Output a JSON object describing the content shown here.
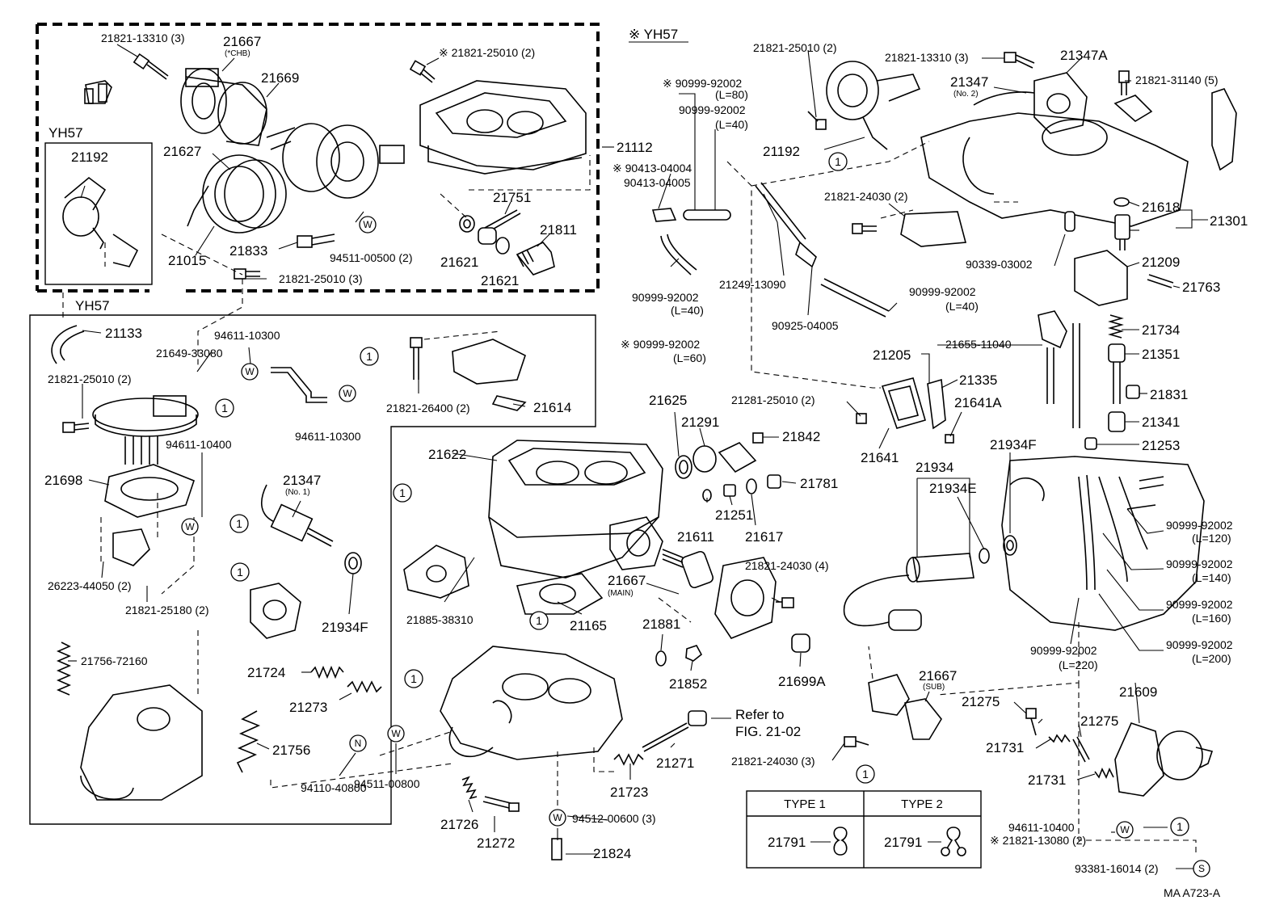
{
  "header": {
    "variant_note": "※ YH57"
  },
  "insets": {
    "yh57_a": "YH57",
    "yh57_b": "YH57"
  },
  "refer": {
    "line1": "Refer to",
    "line2": "FIG. 21-02"
  },
  "footer": {
    "code": "MA  A723-A"
  },
  "types_table": {
    "col1": "TYPE 1",
    "col2": "TYPE 2",
    "cell1": "21791",
    "cell2": "21791"
  },
  "symbols": {
    "w": "W",
    "n": "N",
    "s": "S",
    "one": "1"
  },
  "labels": [
    {
      "id": "l1",
      "text": "21821-13310 (3)"
    },
    {
      "id": "l2",
      "text": "21667"
    },
    {
      "id": "l2b",
      "text": "(*CHB)"
    },
    {
      "id": "l3",
      "text": "21669"
    },
    {
      "id": "l4",
      "text": "※ 21821-25010 (2)"
    },
    {
      "id": "l5",
      "text": "21192"
    },
    {
      "id": "l6",
      "text": "21627"
    },
    {
      "id": "l7",
      "text": "21112"
    },
    {
      "id": "l8",
      "text": "21751"
    },
    {
      "id": "l9",
      "text": "21811"
    },
    {
      "id": "l10",
      "text": "21015"
    },
    {
      "id": "l11",
      "text": "21833"
    },
    {
      "id": "l12",
      "text": "94511-00500 (2)"
    },
    {
      "id": "l13",
      "text": "21621"
    },
    {
      "id": "l14",
      "text": "21621"
    },
    {
      "id": "l15",
      "text": "21821-25010 (3)"
    },
    {
      "id": "l16",
      "text": "21133"
    },
    {
      "id": "l17",
      "text": "94611-10300"
    },
    {
      "id": "l18",
      "text": "21649-33080"
    },
    {
      "id": "l19",
      "text": "21821-25010 (2)"
    },
    {
      "id": "l20",
      "text": "94611-10300"
    },
    {
      "id": "l21",
      "text": "21821-26400 (2)"
    },
    {
      "id": "l22",
      "text": "21614"
    },
    {
      "id": "l23",
      "text": "94611-10400"
    },
    {
      "id": "l24",
      "text": "21698"
    },
    {
      "id": "l25",
      "text": "21347"
    },
    {
      "id": "l25b",
      "text": "(No. 1)"
    },
    {
      "id": "l26",
      "text": "26223-44050 (2)"
    },
    {
      "id": "l27",
      "text": "21821-25180 (2)"
    },
    {
      "id": "l28",
      "text": "21934F"
    },
    {
      "id": "l29",
      "text": "21756-72160"
    },
    {
      "id": "l30",
      "text": "21622"
    },
    {
      "id": "l31",
      "text": "21625"
    },
    {
      "id": "l32",
      "text": "21291"
    },
    {
      "id": "l33",
      "text": "21842"
    },
    {
      "id": "l34",
      "text": "21781"
    },
    {
      "id": "l35",
      "text": "21251"
    },
    {
      "id": "l36",
      "text": "21611"
    },
    {
      "id": "l37",
      "text": "21617"
    },
    {
      "id": "l38",
      "text": "21667"
    },
    {
      "id": "l38b",
      "text": "(MAIN)"
    },
    {
      "id": "l39",
      "text": "21885-38310"
    },
    {
      "id": "l40",
      "text": "21165"
    },
    {
      "id": "l41",
      "text": "21821-24030 (4)"
    },
    {
      "id": "l42",
      "text": "21881"
    },
    {
      "id": "l43",
      "text": "21852"
    },
    {
      "id": "l44",
      "text": "21699A"
    },
    {
      "id": "l45",
      "text": "21724"
    },
    {
      "id": "l46",
      "text": "21273"
    },
    {
      "id": "l47",
      "text": "21756"
    },
    {
      "id": "l48",
      "text": "94511-00800"
    },
    {
      "id": "l49",
      "text": "94110-40800"
    },
    {
      "id": "l50",
      "text": "21726"
    },
    {
      "id": "l51",
      "text": "21272"
    },
    {
      "id": "l52",
      "text": "94512-00600 (3)"
    },
    {
      "id": "l53",
      "text": "21824"
    },
    {
      "id": "l54",
      "text": "21271"
    },
    {
      "id": "l55",
      "text": "21723"
    },
    {
      "id": "l56",
      "text": "※ 90999-92002"
    },
    {
      "id": "l56b",
      "text": "(L=80)"
    },
    {
      "id": "l57",
      "text": "90999-92002"
    },
    {
      "id": "l57b",
      "text": "(L=40)"
    },
    {
      "id": "l58",
      "text": "※ 90413-04004"
    },
    {
      "id": "l59",
      "text": "90413-04005"
    },
    {
      "id": "l60",
      "text": "90999-92002"
    },
    {
      "id": "l60b",
      "text": "(L=40)"
    },
    {
      "id": "l61",
      "text": "※ 90999-92002"
    },
    {
      "id": "l61b",
      "text": "(L=60)"
    },
    {
      "id": "l62",
      "text": "21249-13090"
    },
    {
      "id": "l63",
      "text": "90925-04005"
    },
    {
      "id": "l64",
      "text": "90999-92002"
    },
    {
      "id": "l64b",
      "text": "(L=40)"
    },
    {
      "id": "l65",
      "text": "21821-25010 (2)"
    },
    {
      "id": "l66",
      "text": "21192"
    },
    {
      "id": "l67",
      "text": "21821-13310 (3)"
    },
    {
      "id": "l68",
      "text": "21347A"
    },
    {
      "id": "l69",
      "text": "21347"
    },
    {
      "id": "l69b",
      "text": "(No. 2)"
    },
    {
      "id": "l70",
      "text": "21821-31140 (5)"
    },
    {
      "id": "l71",
      "text": "21821-24030 (2)"
    },
    {
      "id": "l72",
      "text": "21618"
    },
    {
      "id": "l73",
      "text": "21301"
    },
    {
      "id": "l74",
      "text": "90339-03002"
    },
    {
      "id": "l75",
      "text": "21209"
    },
    {
      "id": "l76",
      "text": "21763"
    },
    {
      "id": "l77",
      "text": "21734"
    },
    {
      "id": "l78",
      "text": "21205"
    },
    {
      "id": "l79",
      "text": "21655-11040"
    },
    {
      "id": "l80",
      "text": "21351"
    },
    {
      "id": "l81",
      "text": "21335"
    },
    {
      "id": "l82",
      "text": "21281-25010 (2)"
    },
    {
      "id": "l83",
      "text": "21641A"
    },
    {
      "id": "l84",
      "text": "21831"
    },
    {
      "id": "l85",
      "text": "21341"
    },
    {
      "id": "l86",
      "text": "21641"
    },
    {
      "id": "l87",
      "text": "21934F"
    },
    {
      "id": "l88",
      "text": "21253"
    },
    {
      "id": "l89",
      "text": "21934"
    },
    {
      "id": "l90",
      "text": "21934E"
    },
    {
      "id": "l91",
      "text": "90999-92002"
    },
    {
      "id": "l91b",
      "text": "(L=120)"
    },
    {
      "id": "l92",
      "text": "90999-92002"
    },
    {
      "id": "l92b",
      "text": "(L=140)"
    },
    {
      "id": "l93",
      "text": "90999-92002"
    },
    {
      "id": "l93b",
      "text": "(L=160)"
    },
    {
      "id": "l94",
      "text": "90999-92002"
    },
    {
      "id": "l94b",
      "text": "(L=220)"
    },
    {
      "id": "l95",
      "text": "90999-92002"
    },
    {
      "id": "l95b",
      "text": "(L=200)"
    },
    {
      "id": "l96",
      "text": "21667"
    },
    {
      "id": "l96b",
      "text": "(SUB)"
    },
    {
      "id": "l97",
      "text": "21275"
    },
    {
      "id": "l98",
      "text": "21609"
    },
    {
      "id": "l99",
      "text": "21275"
    },
    {
      "id": "l100",
      "text": "21731"
    },
    {
      "id": "l101",
      "text": "21731"
    },
    {
      "id": "l102",
      "text": "21821-24030 (3)"
    },
    {
      "id": "l103",
      "text": "94611-10400"
    },
    {
      "id": "l104",
      "text": "※ 21821-13080 (2)"
    },
    {
      "id": "l105",
      "text": "93381-16014 (2)"
    }
  ]
}
